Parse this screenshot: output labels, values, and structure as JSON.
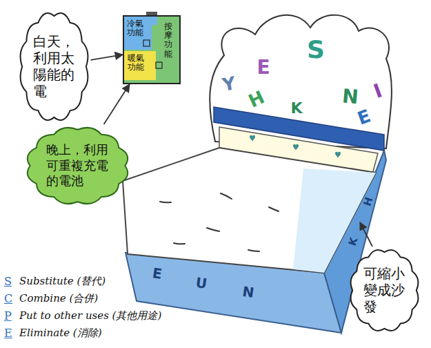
{
  "diagram": {
    "nodes": [
      {
        "text": [
          "白天，利用太陽能的電"
        ]
      },
      {
        "text": [
          "冷氣功能",
          "按摩功能",
          "暖氣功能"
        ]
      },
      {
        "text": [
          "晚上，利用可重複充電的電池"
        ]
      },
      {
        "text": [
          "可縮小變成沙發"
        ]
      }
    ],
    "edges": [
      {
        "from": 0,
        "to": 1,
        "arrow": "to"
      },
      {
        "from": 2,
        "to": 1,
        "arrow": "to"
      }
    ],
    "labels": [
      "Y",
      "E",
      "S",
      "N",
      "I",
      "H",
      "K",
      "E",
      "E",
      "U",
      "N",
      "H",
      "K",
      "S",
      "Substitute (替代)",
      "C",
      "Combine (合併)",
      "P",
      "Put to other uses (其他用途)",
      "E",
      "Eliminate (消除)"
    ]
  }
}
